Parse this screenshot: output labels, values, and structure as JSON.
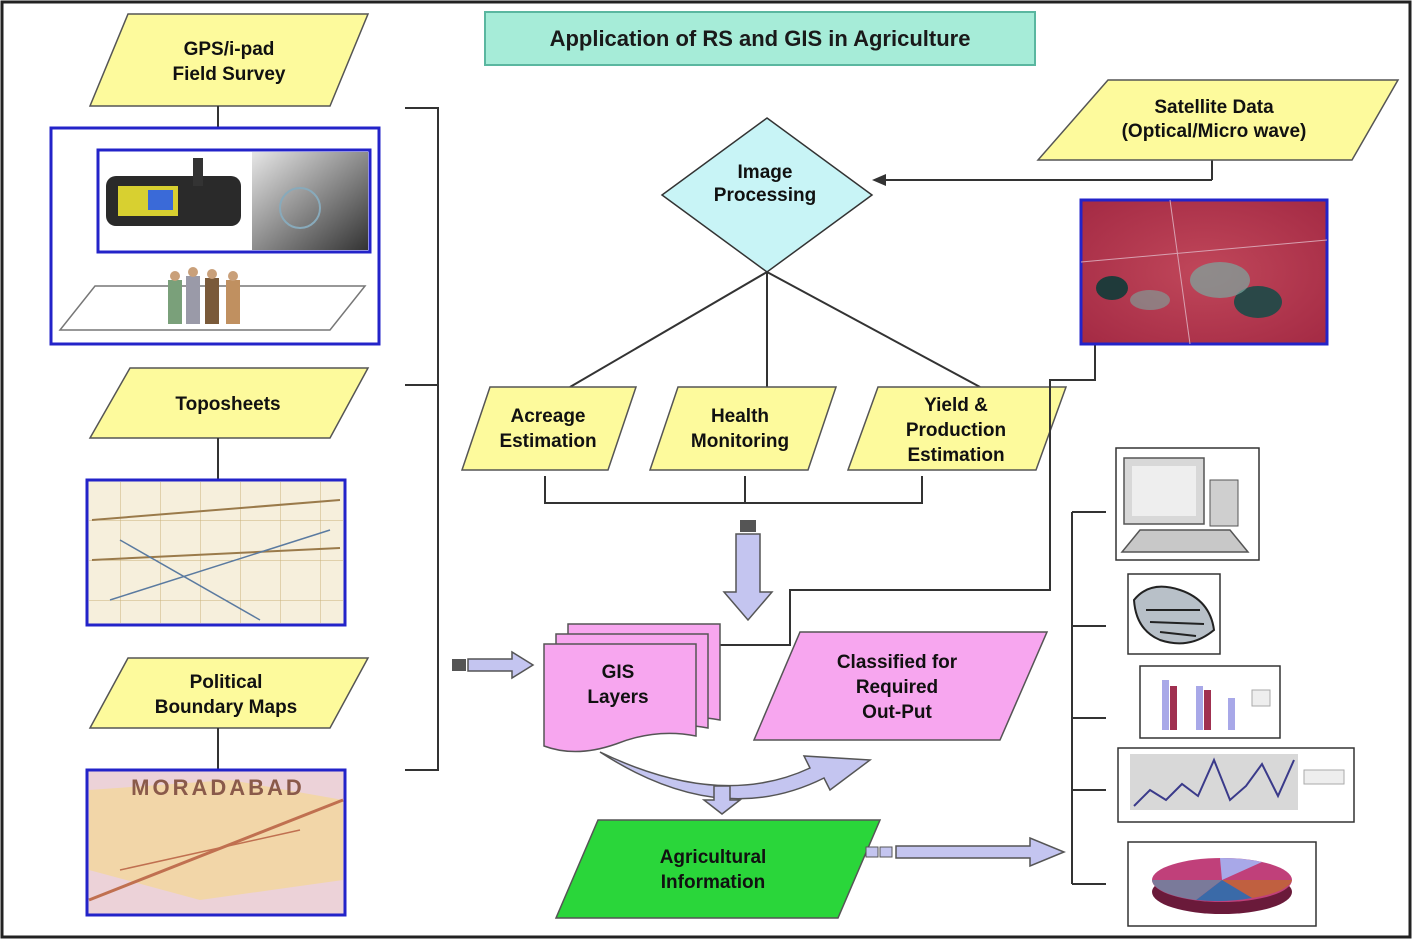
{
  "title": "Application of RS and GIS in Agriculture",
  "inputs": {
    "gps": [
      "GPS/i-pad",
      "Field Survey"
    ],
    "toposheets": [
      "Toposheets"
    ],
    "political": [
      "Political",
      "Boundary Maps"
    ],
    "satellite": [
      "Satellite Data",
      "(Optical/Micro wave)"
    ]
  },
  "processing": {
    "image_processing": [
      "Image",
      "Processing"
    ],
    "acreage": [
      "Acreage",
      "Estimation"
    ],
    "health": [
      "Health",
      "Monitoring"
    ],
    "yield": [
      "Yield &",
      "Production",
      "Estimation"
    ]
  },
  "gis_layers": [
    "GIS",
    "Layers"
  ],
  "classified": [
    "Classified for",
    "Required",
    "Out-Put"
  ],
  "agri_info": [
    "Agricultural",
    "Information"
  ],
  "map_label": "MORADABAD",
  "colors": {
    "yellow_shape": "#fdfa9c",
    "title_box": "#a6ecd8",
    "diamond": "#c8f4f6",
    "pink": "#f7a6ef",
    "green": "#2ad63a",
    "frame_blue": "#2323c9",
    "arrow_fill": "#c4c5f0"
  },
  "icons": [
    "gps-device-photo",
    "field-team-photo",
    "toposheet-map-photo",
    "political-map-photo",
    "satellite-image-photo",
    "computer-icon",
    "map-sketch-icon",
    "bar-chart-icon",
    "line-chart-icon",
    "pie-chart-icon"
  ]
}
